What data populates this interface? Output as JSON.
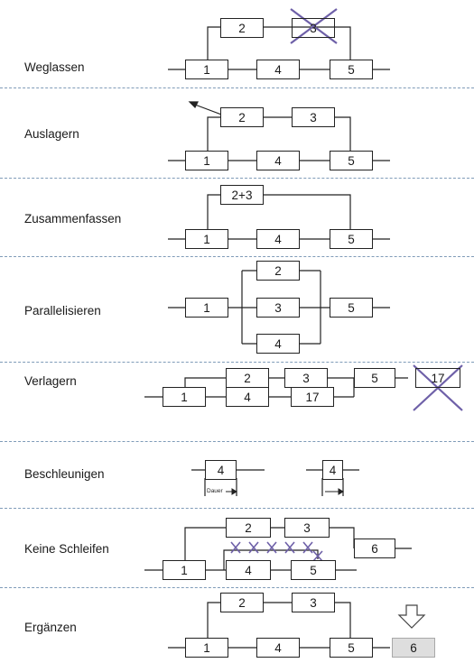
{
  "sections": [
    {
      "label": "Weglassen"
    },
    {
      "label": "Auslagern"
    },
    {
      "label": "Zusammenfassen"
    },
    {
      "label": "Parallelisieren"
    },
    {
      "label": "Verlagern"
    },
    {
      "label": "Beschleunigen"
    },
    {
      "label": "Keine Schleifen"
    },
    {
      "label": "Ergänzen"
    }
  ],
  "boxes": {
    "s1": [
      "1",
      "2",
      "3",
      "4",
      "5"
    ],
    "s2": [
      "1",
      "2",
      "3",
      "4",
      "5"
    ],
    "s3": [
      "1",
      "2+3",
      "4",
      "5"
    ],
    "s4": [
      "1",
      "2",
      "3",
      "4",
      "5"
    ],
    "s5": [
      "1",
      "2",
      "3",
      "4",
      "17",
      "5",
      "17"
    ],
    "s6": [
      "4",
      "4"
    ],
    "s7": [
      "1",
      "2",
      "3",
      "4",
      "5",
      "6"
    ],
    "s8": [
      "1",
      "2",
      "3",
      "4",
      "5",
      "6"
    ]
  },
  "dauer_label": "Dauer",
  "colors": {
    "line": "#222222",
    "cross": "#6e60a8",
    "separator": "#7f9bb8",
    "highlight_box": "#dedede"
  }
}
